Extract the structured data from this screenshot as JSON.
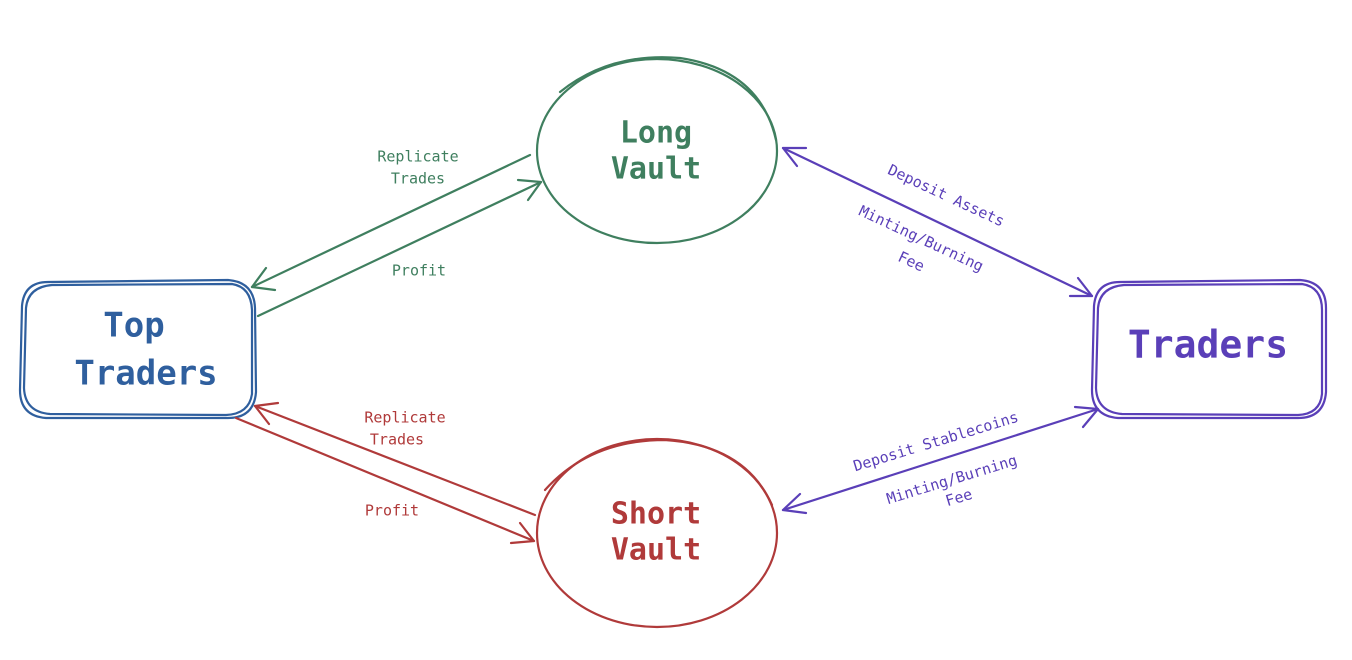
{
  "colors": {
    "top_traders": "#2f5f9e",
    "long_vault": "#3f7f5f",
    "short_vault": "#b03a3a",
    "traders": "#5a3fb8"
  },
  "nodes": {
    "top_traders": {
      "line1": "Top",
      "line2": "Traders"
    },
    "long_vault": {
      "line1": "Long",
      "line2": "Vault"
    },
    "short_vault": {
      "line1": "Short",
      "line2": "Vault"
    },
    "traders": {
      "label": "Traders"
    }
  },
  "edges": {
    "long_replicate": {
      "line1": "Replicate",
      "line2": "Trades"
    },
    "long_profit": {
      "label": "Profit"
    },
    "short_replicate": {
      "line1": "Replicate",
      "line2": "Trades"
    },
    "short_profit": {
      "label": "Profit"
    },
    "long_deposit": {
      "label": "Deposit Assets"
    },
    "long_fee": {
      "line1": "Minting/Burning",
      "line2": "Fee"
    },
    "short_deposit": {
      "label": "Deposit Stablecoins"
    },
    "short_fee": {
      "line1": "Minting/Burning",
      "line2": "Fee"
    }
  }
}
